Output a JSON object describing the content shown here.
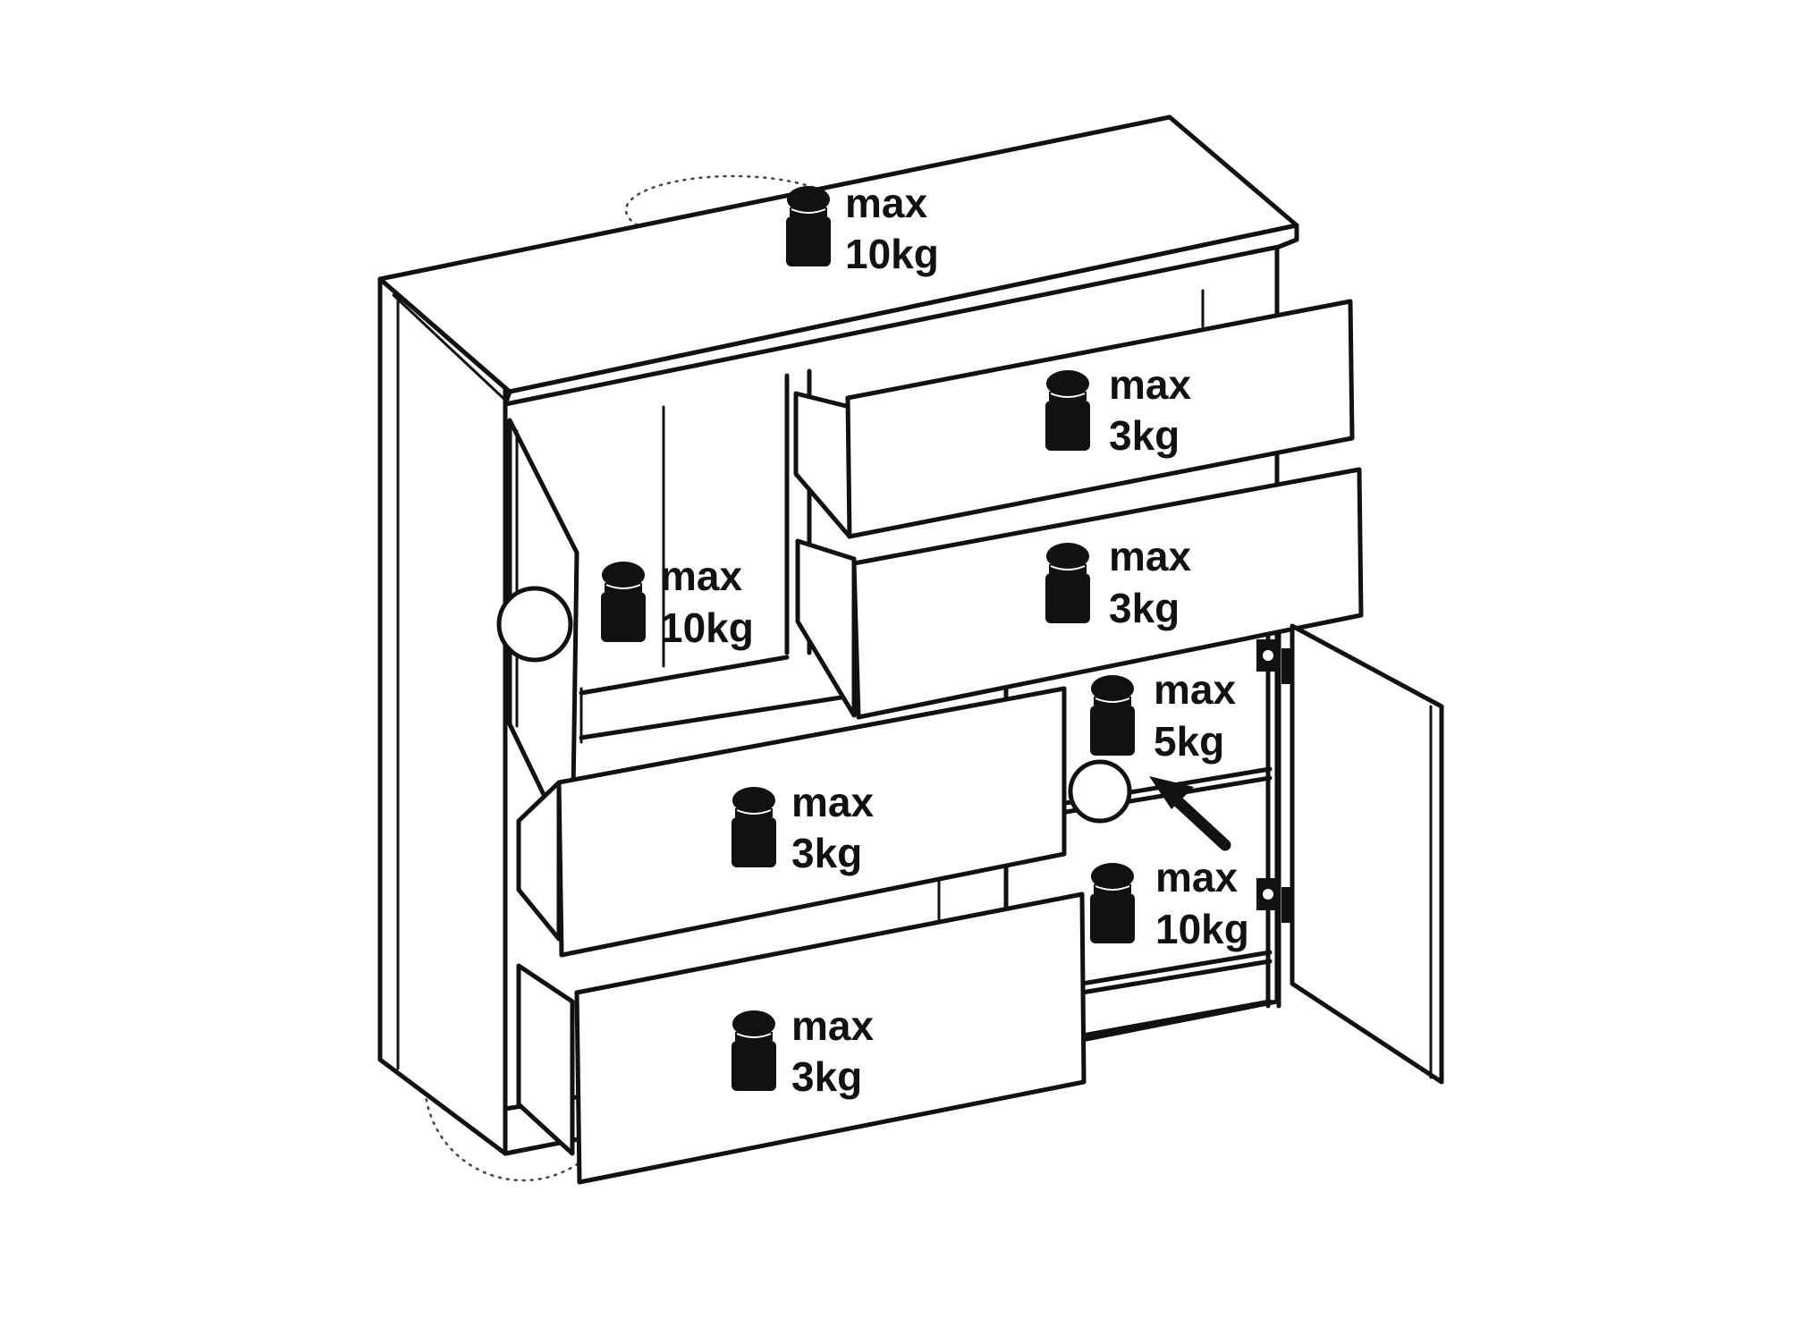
{
  "colors": {
    "line": "#111111",
    "background": "#ffffff",
    "weight_fill": "#111111"
  },
  "icons": {
    "weight": "weight-icon",
    "arrow": "arrow-icon",
    "hinge": "hinge-icon"
  },
  "labels": {
    "top": {
      "line1": "max",
      "line2": "10kg"
    },
    "left_shelf": {
      "line1": "max",
      "line2": "10kg"
    },
    "drawer_1": {
      "line1": "max",
      "line2": "3kg"
    },
    "drawer_2": {
      "line1": "max",
      "line2": "3kg"
    },
    "drawer_3": {
      "line1": "max",
      "line2": "3kg"
    },
    "drawer_4": {
      "line1": "max",
      "line2": "3kg"
    },
    "right_shelf_1": {
      "line1": "max",
      "line2": "5kg"
    },
    "right_shelf_2": {
      "line1": "max",
      "line2": "10kg"
    }
  }
}
